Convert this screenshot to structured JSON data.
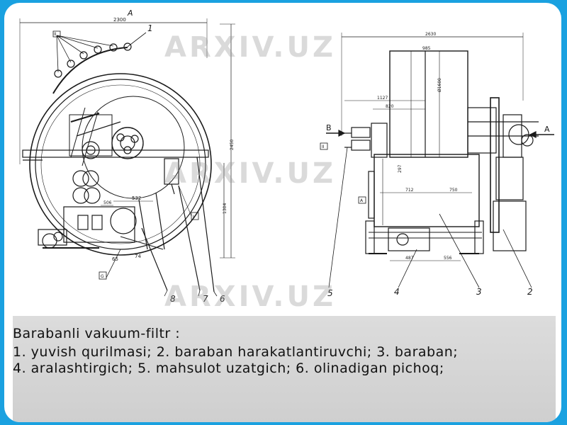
{
  "caption": {
    "title": "Barabanli vakuum-filtr :",
    "legend": "1. yuvish qurilmasi; 2. baraban harakatlantiruvchi; 3. baraban;",
    "legend2": " 4. aralashtirgich; 5. mahsulot uzatgich; 6. olinadigan pichoq;"
  },
  "drawing": {
    "left": {
      "view_label": "A",
      "dim_top": "2300",
      "dim_right_total": "2450",
      "dim_right_lower": "1304",
      "dim_532": "532",
      "dim_506": "506",
      "dim_65": "65",
      "dim_74": "74",
      "tag_i_top": "II",
      "tag_i_right": "I",
      "tag_g": "G",
      "callouts": [
        "1",
        "8",
        "7",
        "6"
      ]
    },
    "right": {
      "dim_top": "2630",
      "dim_985": "985",
      "dim_dia": "Ø1600",
      "dim_1127": "1127",
      "dim_820": "820",
      "dim_297": "297",
      "dim_712": "712",
      "dim_750": "750",
      "dim_487": "487",
      "dim_556": "556",
      "arrow_left_label": "B",
      "arrow_right_label": "A",
      "tag_ii": "II",
      "tag_a": "A",
      "callouts": [
        "5",
        "4",
        "3",
        "2"
      ]
    }
  },
  "watermark": "ARXIV.UZ"
}
